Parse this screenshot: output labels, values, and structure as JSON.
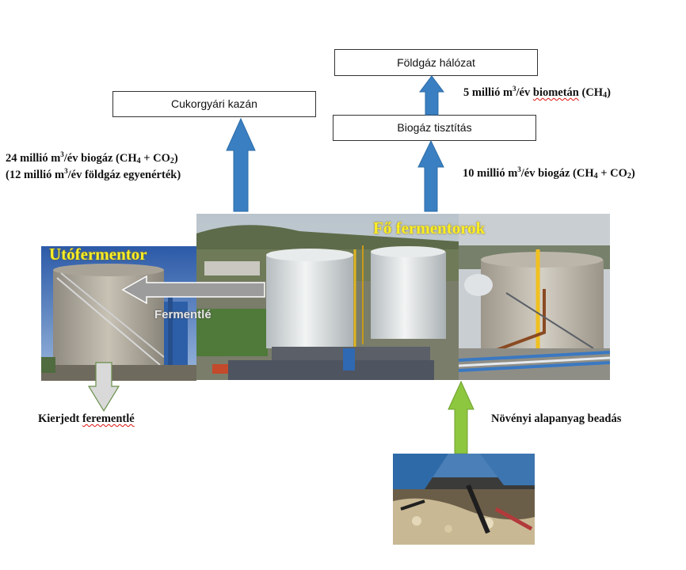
{
  "boxes": {
    "natural_gas_grid": "Földgáz hálózat",
    "sugar_factory_boiler": "Cukorgyári kazán",
    "biogas_cleaning": "Biogáz tisztítás"
  },
  "flows": {
    "biomethane": {
      "lead": "5 millió m",
      "sup": "3",
      "mid": "/év ",
      "word": "biometán",
      "tail": " (CH",
      "sub": "4",
      "end": ")"
    },
    "biogas_main_line1": {
      "lead": "24 millió m",
      "sup": "3",
      "mid": "/év biogáz (CH",
      "sub1": "4",
      "mid2": " + CO",
      "sub2": "2",
      "end": ")"
    },
    "biogas_main_line2": {
      "lead": "(12 millió m",
      "sup": "3",
      "tail": "/év földgáz egyenérték)"
    },
    "biogas_cleaning_in": {
      "lead": "10 millió m",
      "sup": "3",
      "mid": "/év biogáz (CH",
      "sub1": "4",
      "mid2": " + CO",
      "sub2": "2",
      "end": ")"
    },
    "spent_digestate": {
      "lead": "Kierjedt ",
      "word": "ferementlé"
    },
    "plant_feedstock": "Növényi alapanyag beadás"
  },
  "photos": {
    "post_fermenter_title": "Utófermentor",
    "main_fermenters_title": "Fő fermentorok",
    "digestate_label": "Fermentlé"
  },
  "colors": {
    "blue_arrow": "#3a7fc1",
    "green_arrow": "#8dc63f",
    "gray_arrow": "#d9d9d9",
    "photo_title": "#ffee22"
  }
}
